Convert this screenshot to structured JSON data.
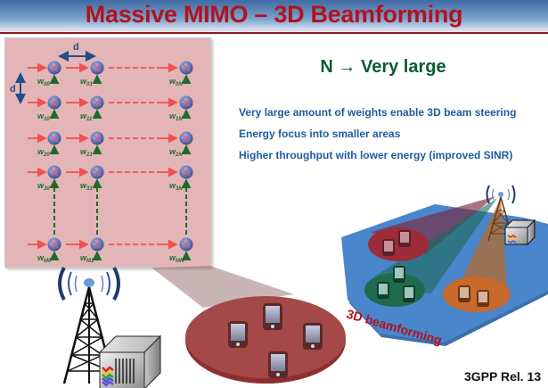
{
  "header": {
    "title": "Massive MIMO – 3D Beamforming"
  },
  "array_diagram": {
    "spacing_label_horizontal": "d",
    "spacing_label_vertical": "d",
    "rows": [
      {
        "weights": [
          "w00",
          "w01",
          "w0N"
        ]
      },
      {
        "weights": [
          "w10",
          "w11",
          "w1N"
        ]
      },
      {
        "weights": [
          "w20",
          "w21",
          "w2N"
        ]
      },
      {
        "weights": [
          "w30",
          "w31",
          "w3N"
        ]
      },
      {
        "weights": [
          "wM0",
          "wM1",
          "wMN"
        ]
      }
    ],
    "colors": {
      "panel_bg": "#e4b5b7",
      "signal_arrow": "#f05050",
      "weight_arrow": "#1d6b2a",
      "element": "#5a7bc0",
      "dimension_arrow": "#1f4f86"
    }
  },
  "content": {
    "heading": "N → Very large",
    "bullets": [
      "Very large amount of weights enable 3D beam steering",
      "Energy focus into smaller areas",
      "Higher throughput with lower energy (improved SINR)"
    ]
  },
  "illustration": {
    "beam_label": "3D beamforming",
    "beam_groups": [
      {
        "name": "red",
        "color": "#9b2c38",
        "devices": 2
      },
      {
        "name": "green",
        "color": "#1f6b4e",
        "devices": 3
      },
      {
        "name": "orange",
        "color": "#c76a2c",
        "devices": 2
      }
    ],
    "focus_area": {
      "color": "#9a3e3e",
      "devices": 4
    },
    "cell_color": "#4a86cc"
  },
  "footer": {
    "release_label": "3GPP Rel. 13"
  }
}
